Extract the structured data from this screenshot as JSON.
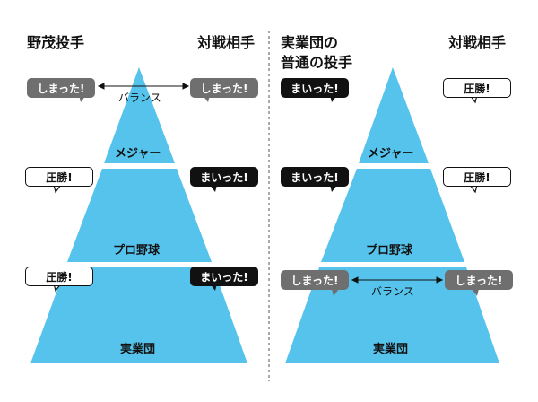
{
  "colors": {
    "pyramid": "#55c3ec",
    "bubble_gray": "#6f6f6f",
    "bubble_black": "#111111"
  },
  "left": {
    "header_left": "野茂投手",
    "header_right": "対戦相手",
    "levels": [
      "メジャー",
      "プロ野球",
      "実業団"
    ],
    "rows": [
      {
        "left_bubble": "しまった!",
        "left_style": "gray",
        "right_bubble": "しまった!",
        "right_style": "gray",
        "balance": "バランス"
      },
      {
        "left_bubble": "圧勝!",
        "left_style": "white",
        "right_bubble": "まいった!",
        "right_style": "black"
      },
      {
        "left_bubble": "圧勝!",
        "left_style": "white",
        "right_bubble": "まいった!",
        "right_style": "black"
      }
    ]
  },
  "right": {
    "header_left_line1": "実業団の",
    "header_left_line2": "普通の投手",
    "header_right": "対戦相手",
    "levels": [
      "メジャー",
      "プロ野球",
      "実業団"
    ],
    "rows": [
      {
        "left_bubble": "まいった!",
        "left_style": "black",
        "right_bubble": "圧勝!",
        "right_style": "white"
      },
      {
        "left_bubble": "まいった!",
        "left_style": "black",
        "right_bubble": "圧勝!",
        "right_style": "white"
      },
      {
        "left_bubble": "しまった!",
        "left_style": "gray",
        "right_bubble": "しまった!",
        "right_style": "gray",
        "balance": "バランス"
      }
    ]
  }
}
